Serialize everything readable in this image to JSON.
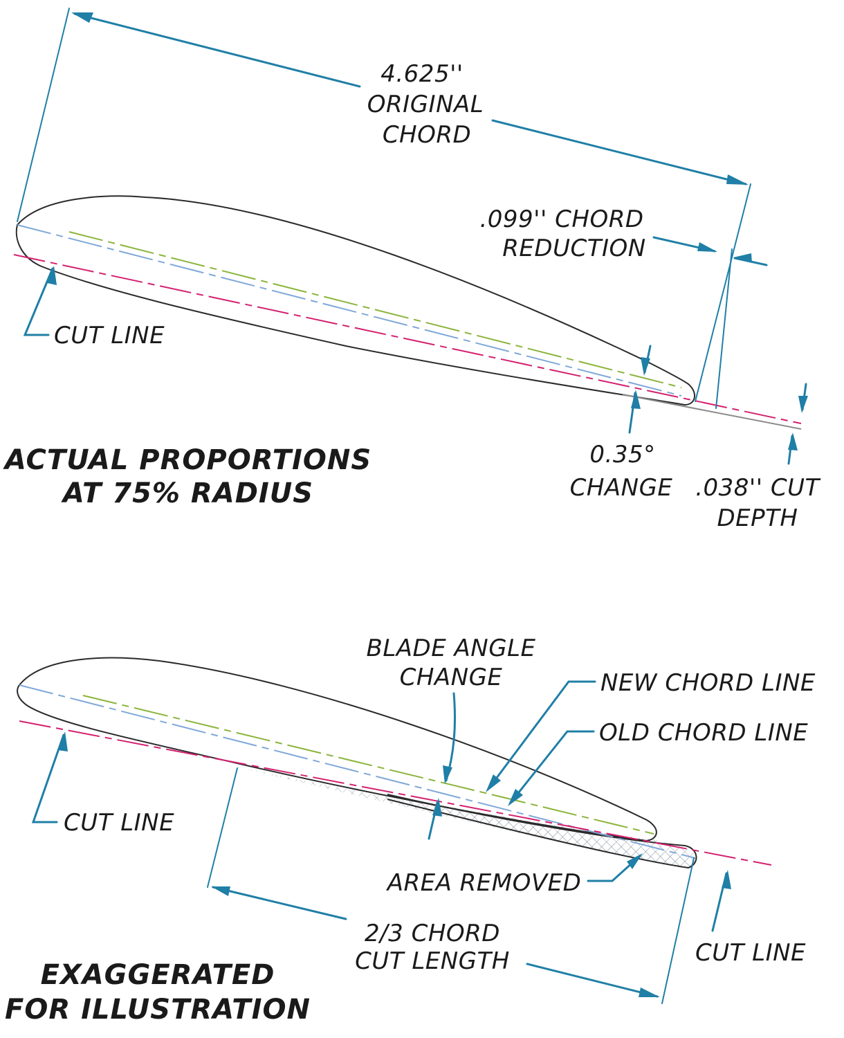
{
  "top": {
    "dimension_value": "4.625''",
    "dimension_label_1": "ORIGINAL",
    "dimension_label_2": "CHORD",
    "chord_reduction_1": ".099'' CHORD",
    "chord_reduction_2": "REDUCTION",
    "cut_line": "CUT LINE",
    "angle_value": "0.35°",
    "angle_label": "CHANGE",
    "cut_depth_1": ".038'' CUT",
    "cut_depth_2": "DEPTH",
    "title_1": "ACTUAL PROPORTIONS",
    "title_2": "AT 75% RADIUS"
  },
  "bottom": {
    "blade_angle_1": "BLADE ANGLE",
    "blade_angle_2": "CHANGE",
    "new_chord": "NEW CHORD LINE",
    "old_chord": "OLD CHORD LINE",
    "cut_line_left": "CUT LINE",
    "area_removed": "AREA REMOVED",
    "cut_length_1": "2/3 CHORD",
    "cut_length_2": "CUT LENGTH",
    "cut_line_right": "CUT LINE",
    "title_1": "EXAGGERATED",
    "title_2": "FOR ILLUSTRATION"
  },
  "colors": {
    "dimension": "#1f7fa6",
    "cut_line": "#d4206f",
    "old_chord": "#7fa8d8",
    "new_chord": "#8bb43a",
    "outline": "#2a2a2a"
  }
}
